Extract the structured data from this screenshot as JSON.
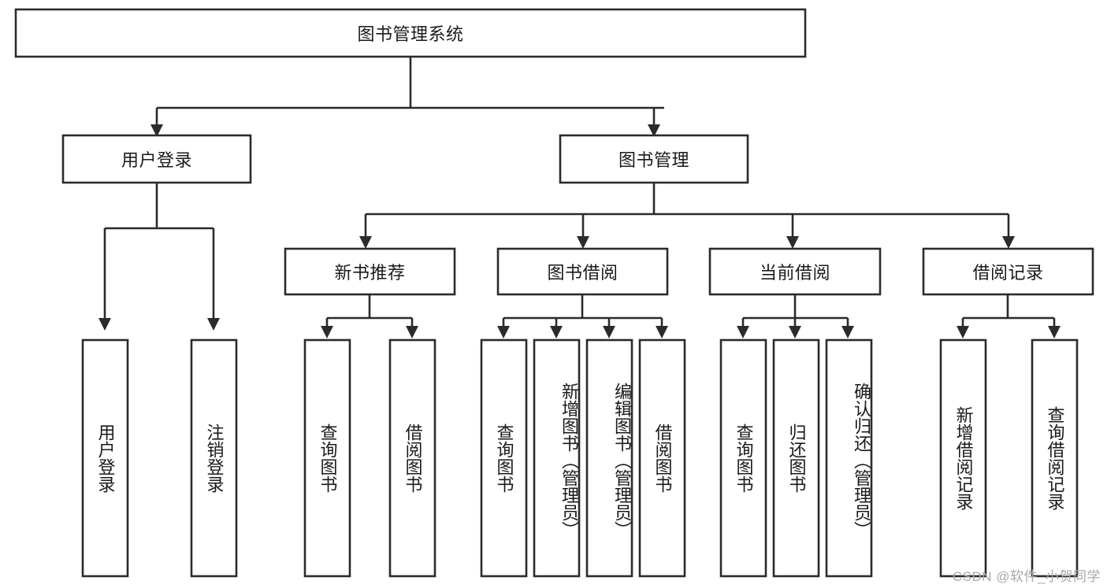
{
  "diagram": {
    "type": "tree-hierarchy-flowchart",
    "title": "图书管理系统",
    "watermark": "CSDN @软件_小贺同学",
    "colors": {
      "box_stroke": "#2b2b2b",
      "box_fill": "#ffffff",
      "connector": "#2b2b2b",
      "text": "#1a1a1a",
      "background": "#ffffff",
      "watermark": "#a9a9a9"
    },
    "levels": {
      "root": {
        "label": "图书管理系统"
      },
      "level2": [
        {
          "label": "用户登录"
        },
        {
          "label": "图书管理"
        }
      ],
      "level3": [
        {
          "label": "新书推荐"
        },
        {
          "label": "图书借阅"
        },
        {
          "label": "当前借阅"
        },
        {
          "label": "借阅记录"
        }
      ],
      "leaves": {
        "user_login": [
          {
            "label": "用户登录"
          },
          {
            "label": "注销登录"
          }
        ],
        "new_book_recommend": [
          {
            "label": "查询图书"
          },
          {
            "label": "借阅图书"
          }
        ],
        "book_borrow": [
          {
            "label": "查询图书"
          },
          {
            "label": "新增图书（管理员）"
          },
          {
            "label": "编辑图书（管理员）"
          },
          {
            "label": "借阅图书"
          }
        ],
        "current_borrow": [
          {
            "label": "查询图书"
          },
          {
            "label": "归还图书"
          },
          {
            "label": "确认归还（管理员）"
          }
        ],
        "borrow_record": [
          {
            "label": "新增借阅记录"
          },
          {
            "label": "查询借阅记录"
          }
        ]
      }
    }
  }
}
